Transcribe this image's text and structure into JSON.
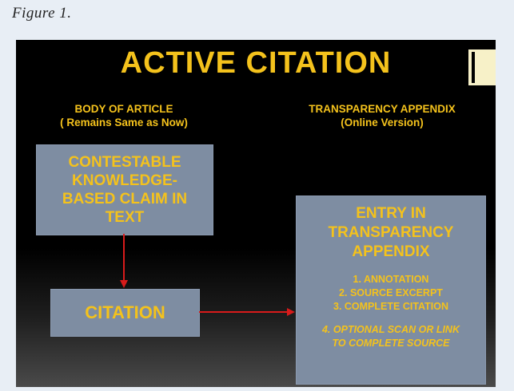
{
  "caption": "Figure 1.",
  "slide": {
    "title": "ACTIVE CITATION",
    "left_heading": [
      "BODY OF ARTICLE",
      "( Remains Same as Now)"
    ],
    "right_heading": [
      "TRANSPARENCY APPENDIX",
      "(Online Version)"
    ],
    "claim_box": [
      "CONTESTABLE",
      "KNOWLEDGE-",
      "BASED CLAIM IN",
      "TEXT"
    ],
    "citation_box": "CITATION",
    "entry_box": {
      "title": [
        "ENTRY IN",
        "TRANSPARENCY",
        "APPENDIX"
      ],
      "items": [
        "1.  ANNOTATION",
        "2.  SOURCE EXCERPT",
        "3.  COMPLETE CITATION"
      ],
      "optional": [
        "4.  OPTIONAL SCAN OR LINK",
        "TO COMPLETE SOURCE"
      ]
    },
    "colors": {
      "text": "#f4c21c",
      "box": "#7e8da2",
      "arrow": "#d81b1b",
      "background": "#000000"
    }
  }
}
